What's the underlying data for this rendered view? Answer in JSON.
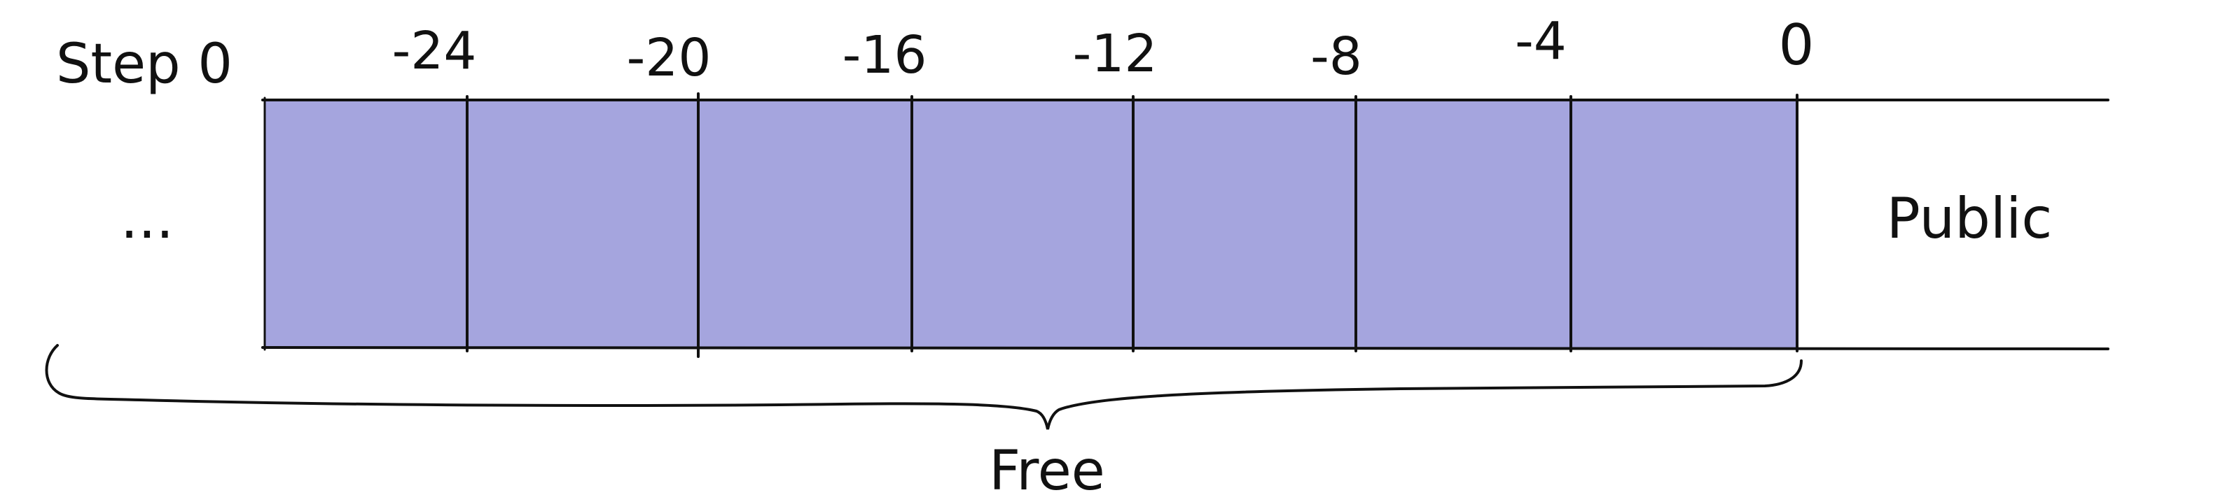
{
  "title": "Step 0",
  "ellipsis": "...",
  "cells": [
    {
      "label": "-24"
    },
    {
      "label": "-20"
    },
    {
      "label": "-16"
    },
    {
      "label": "-12"
    },
    {
      "label": "-8"
    },
    {
      "label": "-4"
    },
    {
      "label": "0"
    }
  ],
  "region_label": "Public",
  "brace_label": "Free",
  "colors": {
    "fill": "#a5a5de",
    "line": "#111111",
    "background": "#ffffff"
  }
}
